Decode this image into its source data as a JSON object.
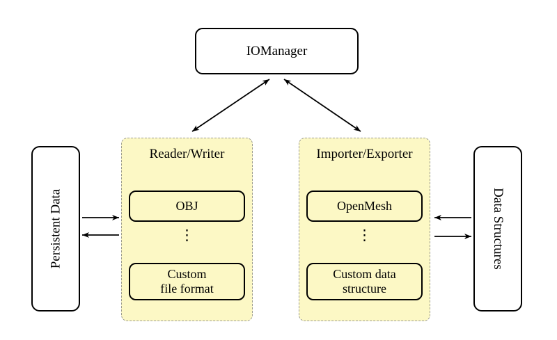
{
  "diagram": {
    "title_node": {
      "label": "IOManager"
    },
    "reader_panel": {
      "title": "Reader/Writer",
      "box1": {
        "label": "OBJ"
      },
      "dots": "⋮",
      "box2": {
        "line1": "Custom",
        "line2": "file format"
      }
    },
    "importer_panel": {
      "title": "Importer/Exporter",
      "box1": {
        "label": "OpenMesh"
      },
      "dots": "⋮",
      "box2": {
        "line1": "Custom data",
        "line2": "structure"
      }
    },
    "left_node": {
      "label": "Persistent Data"
    },
    "right_node": {
      "label": "Data Structures"
    },
    "arrows": [
      {
        "name": "iomanager-readerwriter",
        "type": "double"
      },
      {
        "name": "iomanager-importerexporter",
        "type": "double"
      },
      {
        "name": "persistentdata-to-readerwriter",
        "type": "right"
      },
      {
        "name": "readerwriter-to-persistentdata",
        "type": "left"
      },
      {
        "name": "datastructures-to-importerexporter",
        "type": "left"
      },
      {
        "name": "importerexporter-to-datastructures",
        "type": "right"
      }
    ],
    "colors": {
      "panel_fill": "#fcf8c5",
      "panel_dash_border": "#9a9a90",
      "box_border": "#000000",
      "node_fill": "#ffffff",
      "background": "#ffffff"
    }
  }
}
